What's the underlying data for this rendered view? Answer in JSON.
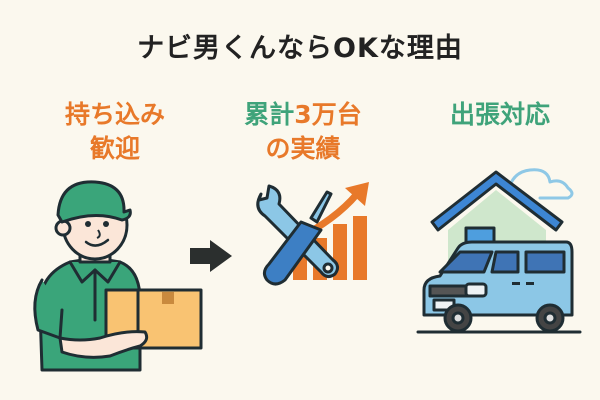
{
  "title": "ナビ男くんならOKな理由",
  "colors": {
    "background": "#fbf8ee",
    "orange": "#e8792a",
    "green": "#3fa37a",
    "title": "#222222"
  },
  "features": [
    {
      "line1": "持ち込み",
      "line2": "歓迎",
      "icon": "delivery-person-with-box-icon"
    },
    {
      "line1_green": "累計",
      "line1_orange": "3万台",
      "line2": "の実績",
      "icon": "tools-growth-chart-icon"
    },
    {
      "line1": "出張対応",
      "icon": "house-van-icon"
    }
  ],
  "arrow_icon": "right-arrow-icon"
}
